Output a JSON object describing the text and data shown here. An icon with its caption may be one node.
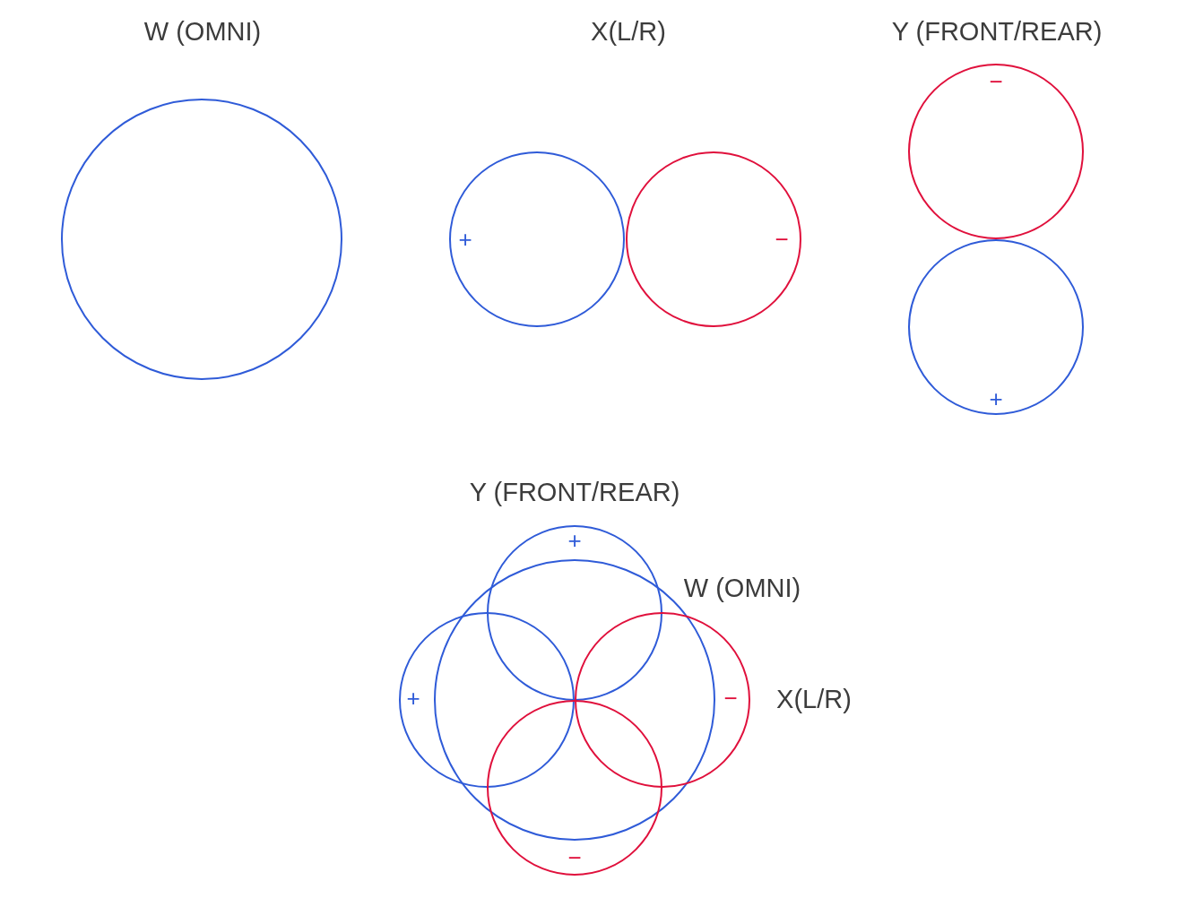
{
  "diagram": {
    "nodes": [
      {
        "text": [],
        "shape": "circle"
      },
      {
        "text": [
          "+"
        ]
      },
      {
        "text": [
          "−"
        ]
      },
      {
        "text": [
          "−"
        ]
      },
      {
        "text": [
          "+"
        ]
      },
      {
        "text": [
          "+"
        ]
      },
      {
        "text": [],
        "shape": "circle"
      },
      {
        "text": [
          "+"
        ]
      },
      {
        "text": [
          "−"
        ]
      },
      {
        "text": [
          "−"
        ]
      }
    ],
    "edges": [],
    "labels": [
      "W (OMNI)",
      "X(L/R)",
      "Y (FRONT/REAR)",
      "Y (FRONT/REAR)",
      "W (OMNI)",
      "X(L/R)"
    ]
  }
}
